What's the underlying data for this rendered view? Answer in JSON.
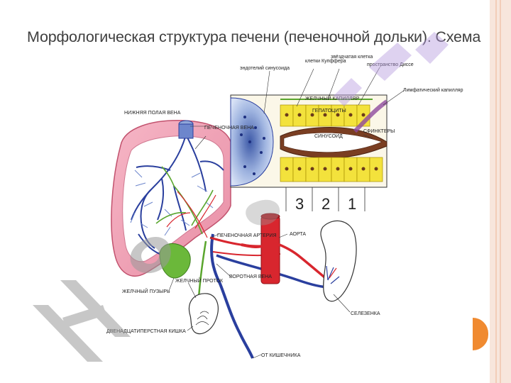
{
  "slide": {
    "title": "Морфологическая структура печени (печеночной дольки). Схема"
  },
  "diagram": {
    "labels": {
      "endothelium": "эндотелий синусоида",
      "kupffer": "клетки Купффера",
      "stellate": "звёздчатая клетка",
      "disse": "пространство Диссе",
      "lymph": "Лимфатический капилляр",
      "bile_capillary": "ЖЕЛЧНЫЙ КАПИЛЛЯР",
      "hepatocytes": "ГЕПАТОЦИТЫ",
      "sinusoid": "СИНУСОИД",
      "sphincters": "СФИНКТЕРЫ",
      "ivc": "НИЖНЯЯ ПОЛАЯ ВЕНА",
      "hepatic_vein": "ПЕЧЕНОЧНАЯ ВЕНА",
      "hepatic_artery": "ПЕЧЕНОЧНАЯ АРТЕРИЯ",
      "aorta": "АОРТА",
      "portal_vein": "ВОРОТНАЯ ВЕНА",
      "bile_duct": "ЖЕЛЧНЫЙ ПРОТОК",
      "gallbladder": "ЖЕЛЧНЫЙ ПУЗЫРЬ",
      "duodenum": "ДВЕНАДЦАТИПЕРСТНАЯ КИШКА",
      "spleen": "СЕЛЕЗЕНКА",
      "from_intestine": "ОТ КИШЕЧНИКА"
    },
    "zones": [
      "3",
      "2",
      "1"
    ],
    "colors": {
      "liver": "#f2a6b8",
      "vein_blue": "#2a3f9e",
      "artery_red": "#d8262e",
      "bile_green": "#5aa62e",
      "hepatocyte_yellow": "#f3e23c",
      "watermark": "#9a9a9a"
    }
  }
}
